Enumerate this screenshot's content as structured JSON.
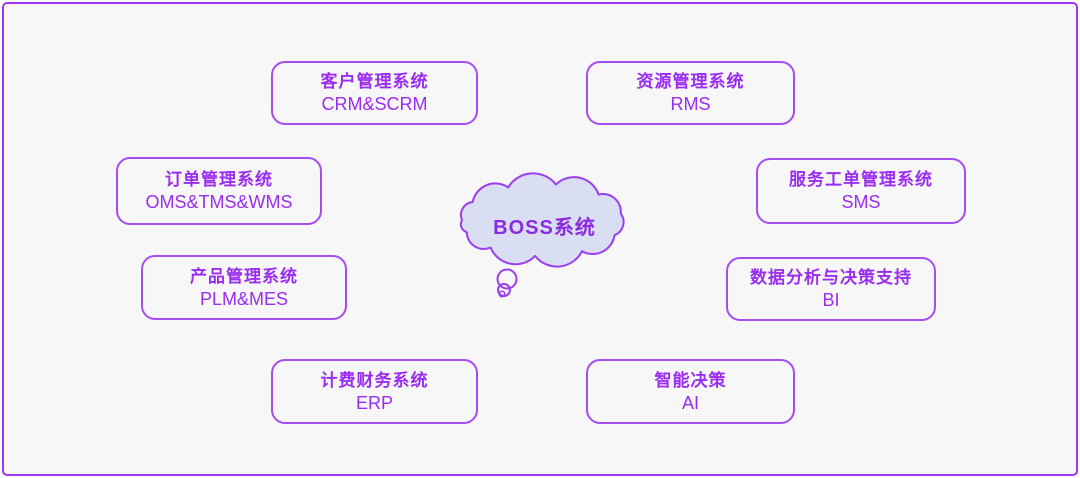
{
  "canvas": {
    "background": "#f6f7f6",
    "frame_border_color": "#a435f0"
  },
  "center": {
    "label": "BOSS系统",
    "shape": "thought-cloud",
    "fill": "#d9def2",
    "stroke": "#9b3df0"
  },
  "colors": {
    "node_border": "#a64df0",
    "node_text": "#9a2df0",
    "cloud_label_text": "#8b2be0"
  },
  "nodes": [
    {
      "id": "crm",
      "title": "客户管理系统",
      "subtitle": "CRM&SCRM"
    },
    {
      "id": "rms",
      "title": "资源管理系统",
      "subtitle": "RMS"
    },
    {
      "id": "oms",
      "title": "订单管理系统",
      "subtitle": "OMS&TMS&WMS"
    },
    {
      "id": "sms",
      "title": "服务工单管理系统",
      "subtitle": "SMS"
    },
    {
      "id": "plm",
      "title": "产品管理系统",
      "subtitle": "PLM&MES"
    },
    {
      "id": "bi",
      "title": "数据分析与决策支持",
      "subtitle": "BI"
    },
    {
      "id": "erp",
      "title": "计费财务系统",
      "subtitle": "ERP"
    },
    {
      "id": "ai",
      "title": "智能决策",
      "subtitle": "AI"
    }
  ]
}
